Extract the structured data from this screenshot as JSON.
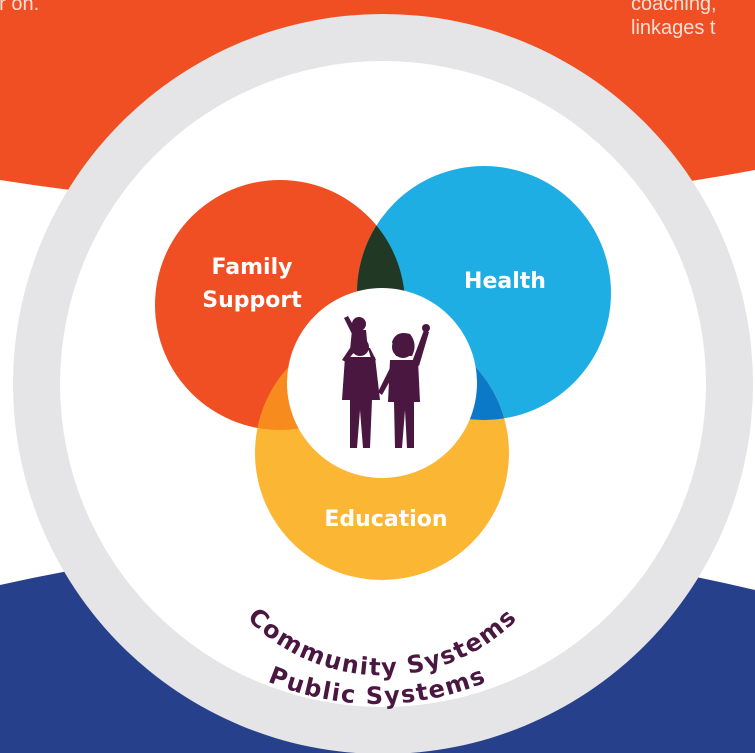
{
  "top_left_text": "er on.",
  "top_right_text": [
    "coaching,",
    "linkages t"
  ],
  "circles": {
    "family_support": {
      "label_line1": "Family",
      "label_line2": "Support",
      "color": "#F04E23"
    },
    "health": {
      "label": "Health",
      "color": "#1FAEE3"
    },
    "education": {
      "label": "Education",
      "color": "#FBB733"
    }
  },
  "rings": {
    "community_systems": "Community Systems",
    "public_systems": "Public Systems"
  },
  "colors": {
    "orange_band": "#F04E23",
    "blue_band": "#27408B",
    "ring_gray": "#E5E5E7",
    "label_purple": "#4A1740",
    "overlap_family_health": "#213825",
    "overlap_family_education": "#F88B1E",
    "overlap_health_education": "#0C78C8"
  }
}
